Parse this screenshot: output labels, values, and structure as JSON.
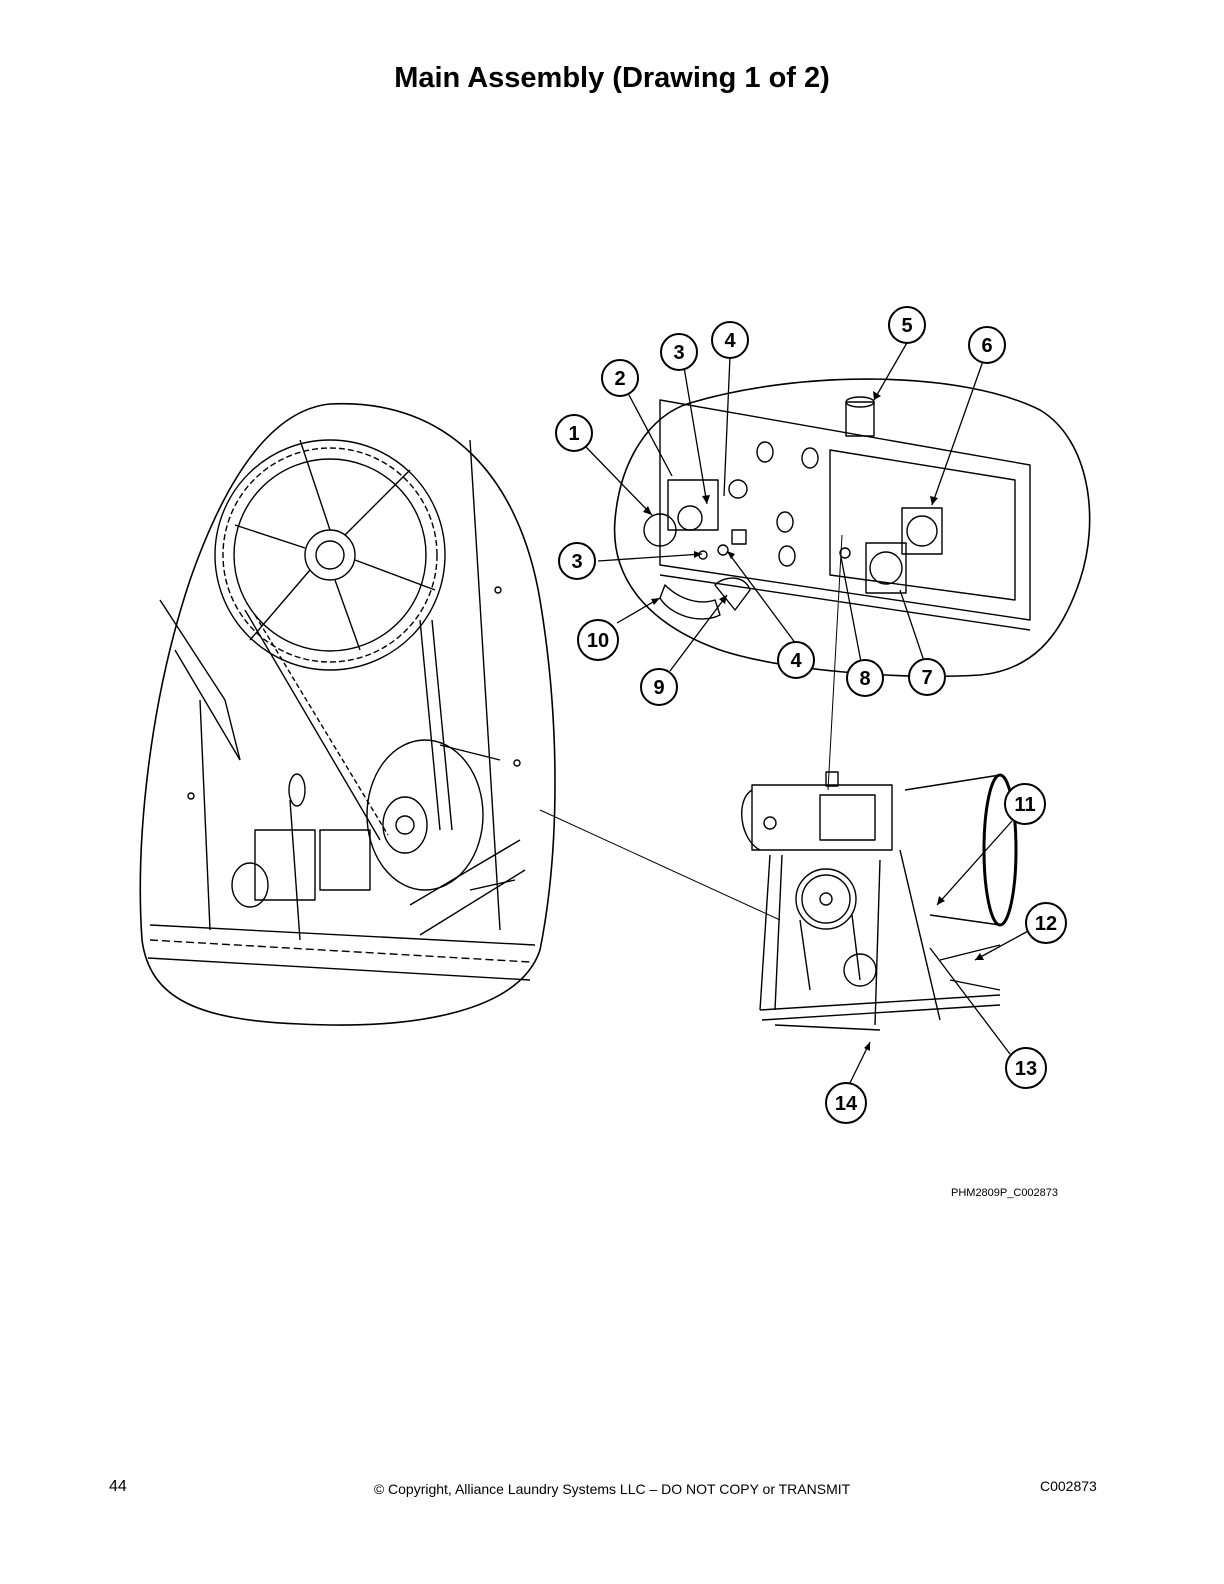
{
  "page": {
    "title": "Main Assembly (Drawing 1 of 2)",
    "figure_id": "PHM2809P_C002873",
    "page_number": "44",
    "copyright": "© Copyright, Alliance Laundry Systems LLC – DO NOT COPY or TRANSMIT",
    "document_number": "C002873"
  },
  "callouts": [
    "1",
    "2",
    "3",
    "4",
    "5",
    "6",
    "7",
    "8",
    "9",
    "10",
    "11",
    "12",
    "13",
    "14"
  ],
  "callouts_repeated": [
    "3",
    "4"
  ]
}
